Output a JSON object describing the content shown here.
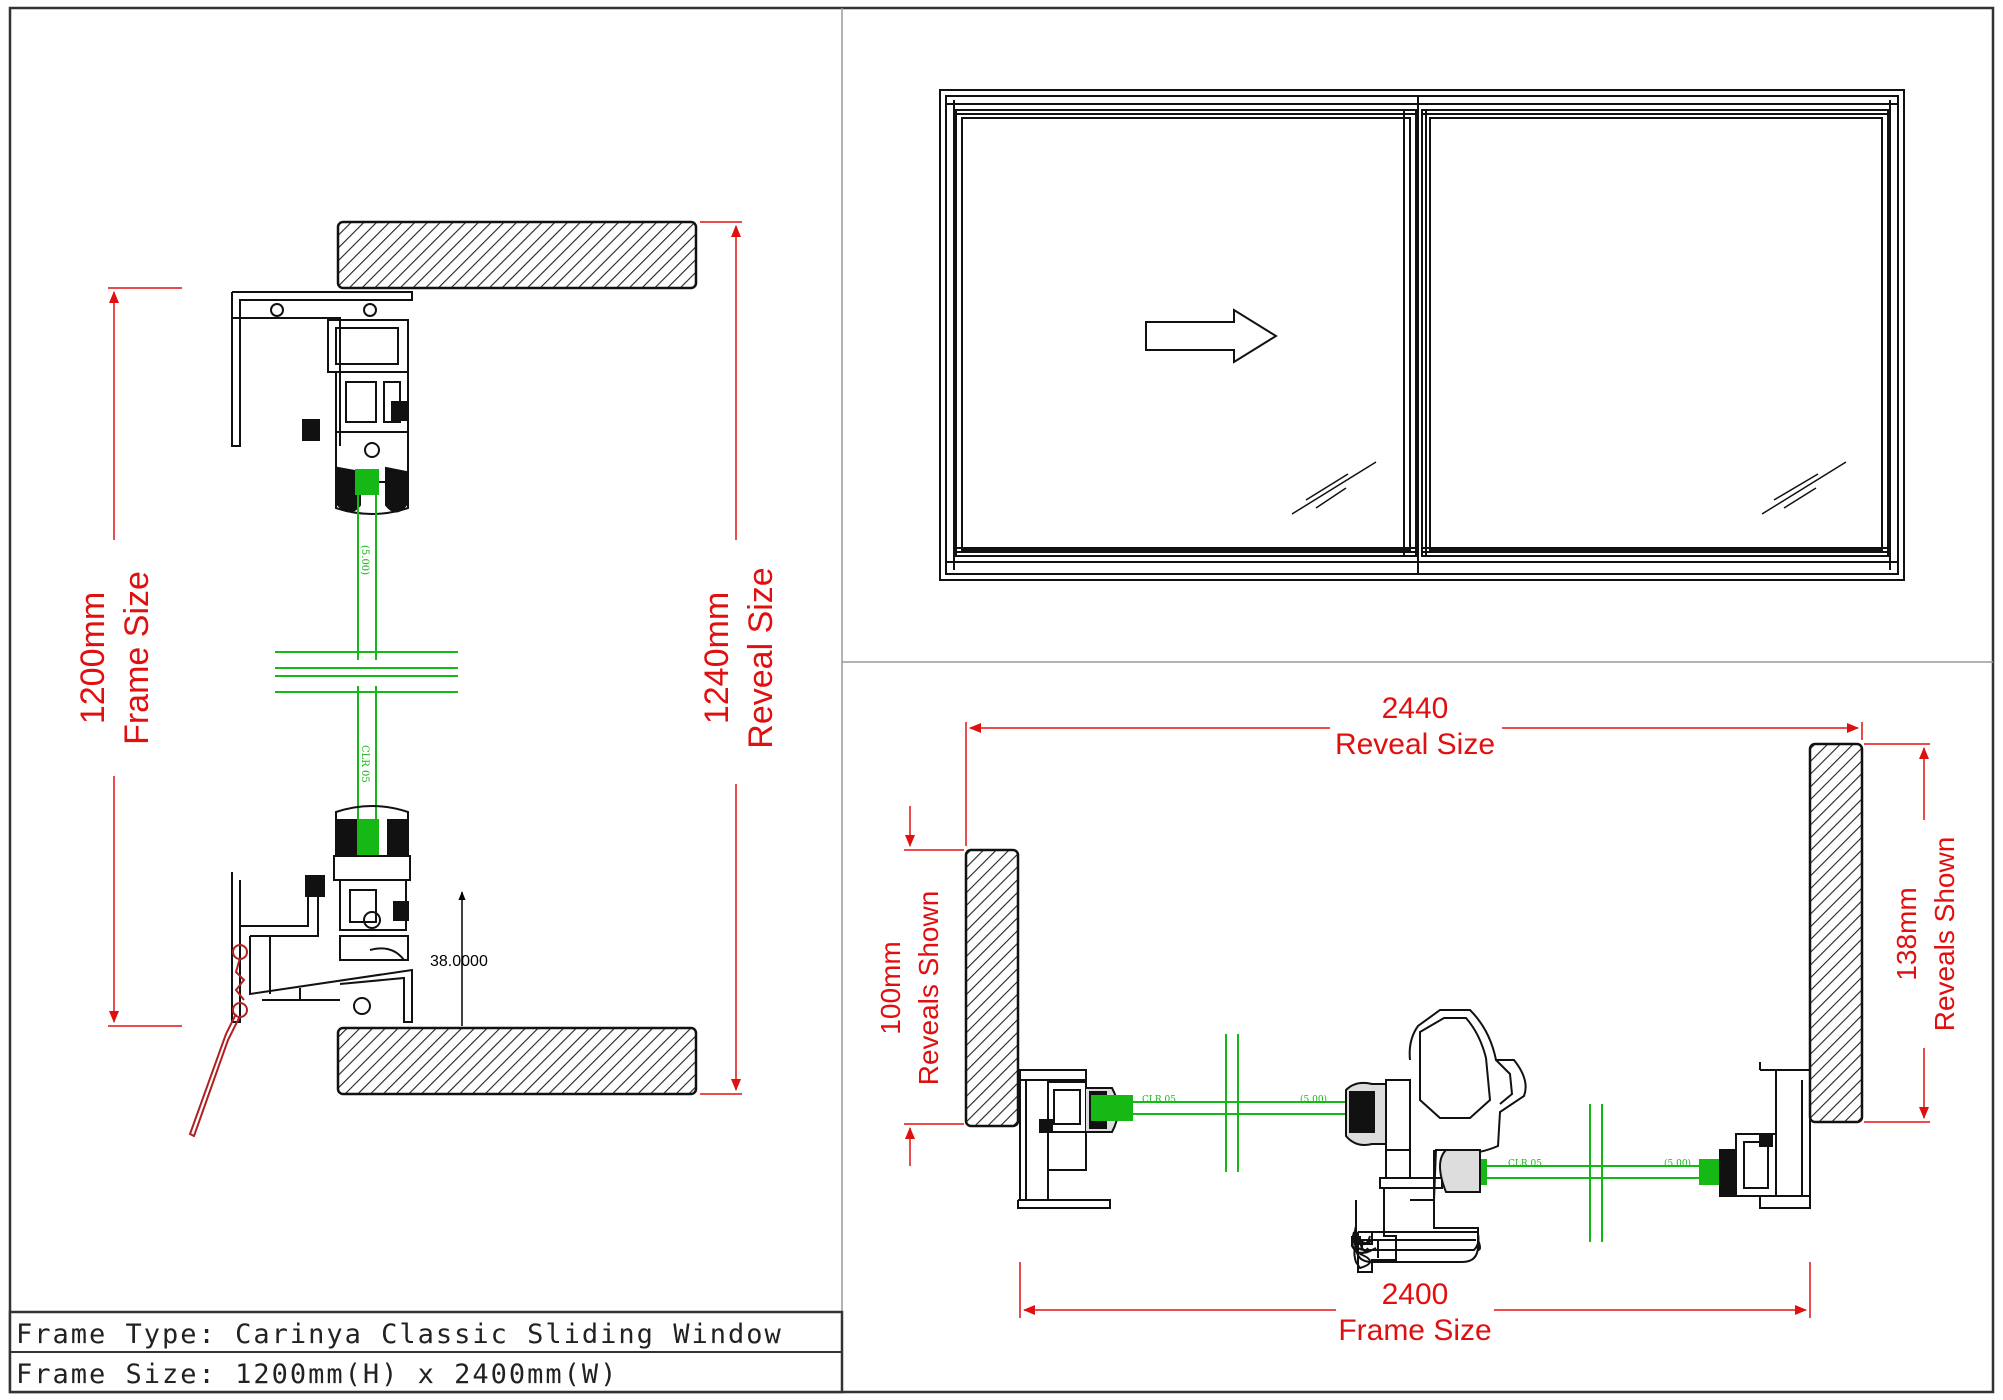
{
  "colors": {
    "dimension": "#e01010",
    "glass": "#16b816",
    "line": "#000000",
    "border": "#333333",
    "divider": "#9a9a9a"
  },
  "vertical_section": {
    "frame_size": {
      "value": "1200mm",
      "label": "Frame Size"
    },
    "reveal_size": {
      "value": "1240mm",
      "label": "Reveal Size"
    },
    "sill_height": "38.0000",
    "glass_label_top": "(5.00)",
    "glass_label_bottom": "CLR 05"
  },
  "horizontal_section": {
    "reveal_width": {
      "value": "2440",
      "label": "Reveal Size"
    },
    "frame_width": {
      "value": "2400",
      "label": "Frame Size"
    },
    "left_reveal": {
      "value": "100mm",
      "label": "Reveals Shown"
    },
    "right_reveal": {
      "value": "138mm",
      "label": "Reveals Shown"
    },
    "glass_labels": {
      "clear": "CLR 05",
      "thickness": "(5.00)"
    }
  },
  "elevation": {
    "panels": 2,
    "sliding_direction": "right-arrow-icon"
  },
  "title_block": {
    "frame_type": "Frame Type:  Carinya Classic Sliding Window",
    "frame_size": "Frame Size:  1200mm(H) x 2400mm(W)"
  }
}
